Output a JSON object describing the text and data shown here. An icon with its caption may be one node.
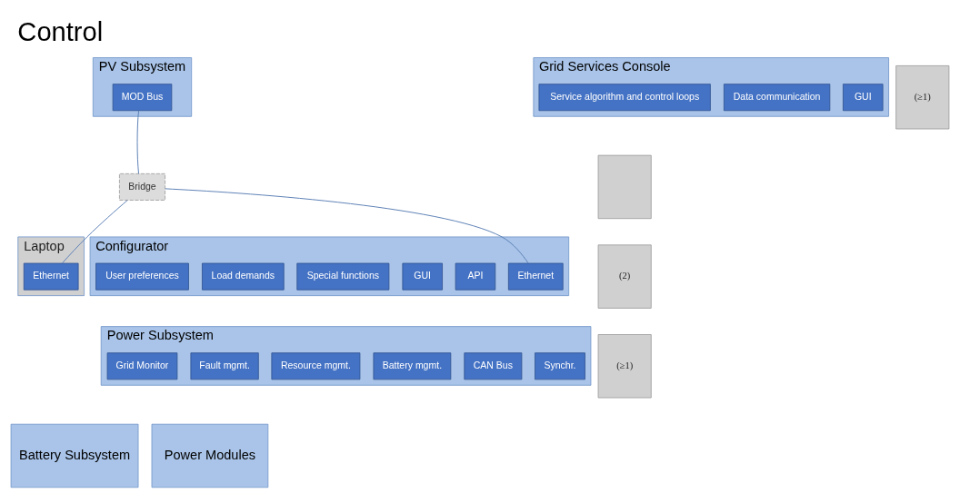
{
  "diagram": {
    "title": "Control",
    "nodes": [
      {
        "text": [
          "PV Subsystem"
        ]
      },
      {
        "text": [
          "MOD Bus"
        ],
        "in": 0
      },
      {
        "text": [
          "Bridge"
        ]
      },
      {
        "text": [
          "Laptop"
        ]
      },
      {
        "text": [
          "Ethernet"
        ],
        "in": 3
      },
      {
        "text": [
          "Grid Services Console"
        ]
      },
      {
        "text": [
          "Service algorithm and control loops"
        ],
        "in": 5
      },
      {
        "text": [
          "Data communication"
        ],
        "in": 5
      },
      {
        "text": [
          "GUI"
        ],
        "in": 5
      },
      {
        "text": [],
        "shape": "box"
      },
      {
        "text": [
          "Configurator"
        ]
      },
      {
        "text": [
          "User preferences"
        ],
        "in": 10
      },
      {
        "text": [
          "Load demands"
        ],
        "in": 10
      },
      {
        "text": [
          "Special functions"
        ],
        "in": 10
      },
      {
        "text": [
          "GUI"
        ],
        "in": 10
      },
      {
        "text": [
          "API"
        ],
        "in": 10
      },
      {
        "text": [
          "Ethernet"
        ],
        "in": 10
      },
      {
        "text": [
          "(2)"
        ]
      },
      {
        "text": [
          "Power Subsystem"
        ]
      },
      {
        "text": [
          "Grid Monitor"
        ],
        "in": 18
      },
      {
        "text": [
          "Fault mgmt."
        ],
        "in": 18
      },
      {
        "text": [
          "Resource mgmt."
        ],
        "in": 18
      },
      {
        "text": [
          "Battery mgmt."
        ],
        "in": 18
      },
      {
        "text": [
          "CAN Bus"
        ],
        "in": 18
      },
      {
        "text": [
          "Synchr."
        ],
        "in": 18
      },
      {
        "text": [
          "(≥1)"
        ]
      },
      {
        "text": [
          "Battery Subsystem"
        ]
      },
      {
        "text": [
          "(≥1)"
        ]
      },
      {
        "text": [
          "Power Modules"
        ]
      }
    ],
    "edges": [
      {
        "from": 1,
        "to": 2,
        "arrow": "none"
      },
      {
        "from": 2,
        "to": 4,
        "arrow": "none"
      },
      {
        "from": 2,
        "to": 16,
        "arrow": "none"
      }
    ]
  }
}
